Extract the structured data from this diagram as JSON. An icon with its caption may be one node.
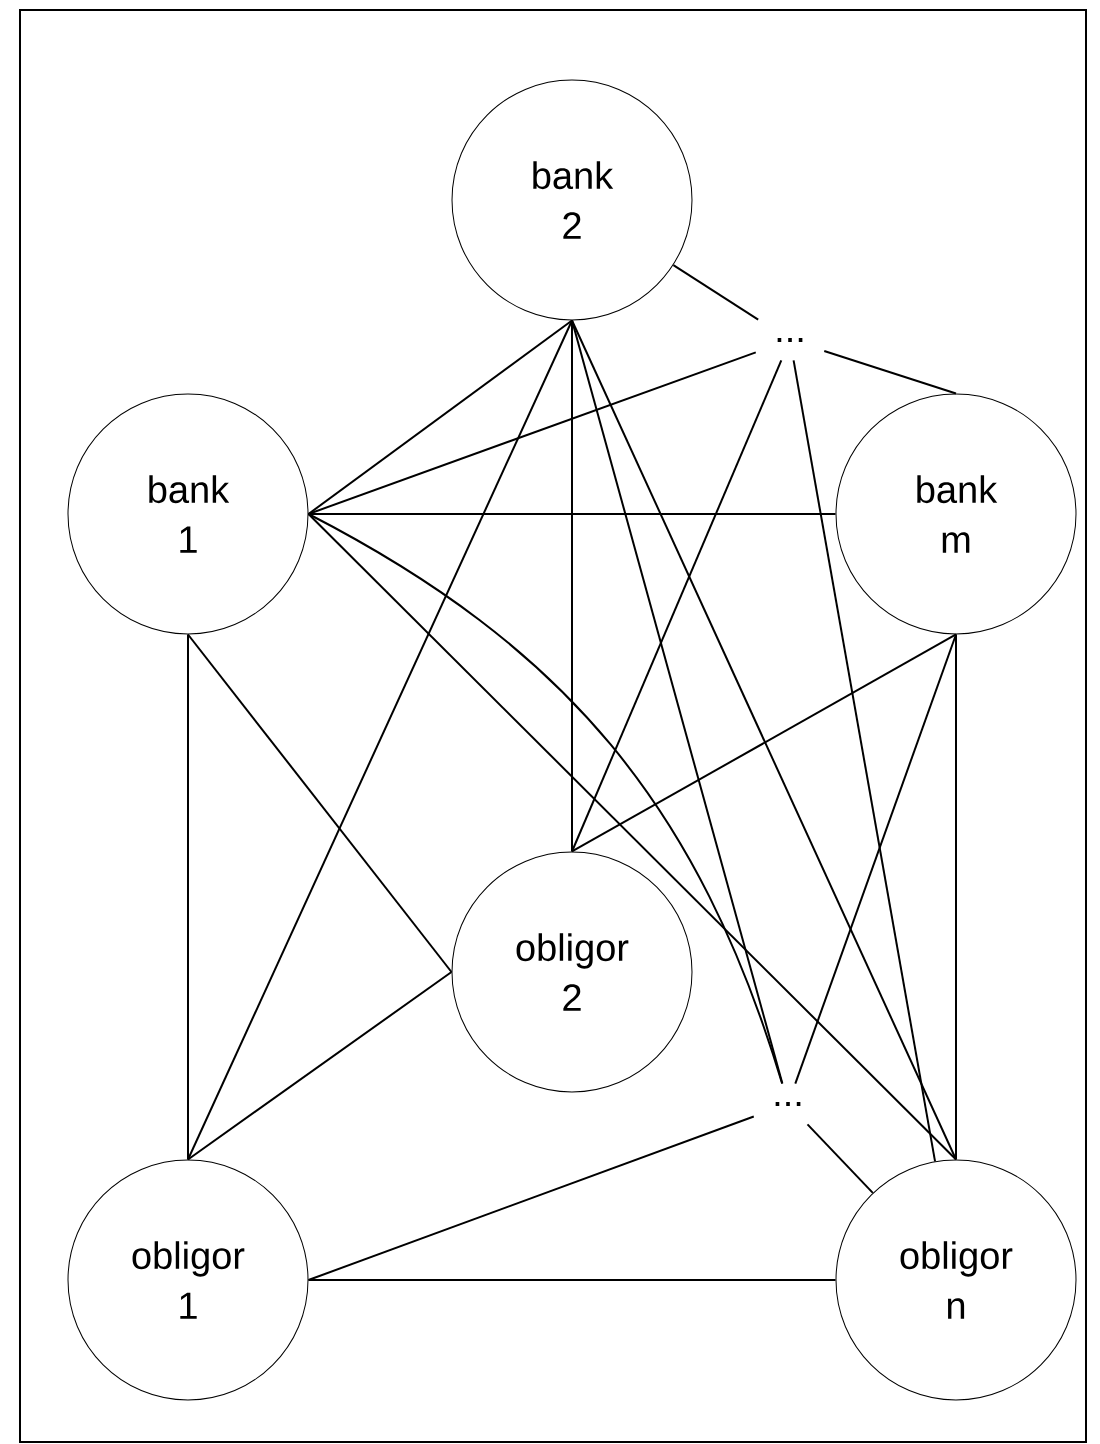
{
  "diagram": {
    "nodes": [
      {
        "text": [
          "bank 2"
        ]
      },
      {
        "text": [
          "..."
        ]
      },
      {
        "text": [
          "bank 1"
        ]
      },
      {
        "text": [
          "bank m"
        ]
      },
      {
        "text": [
          "obligor 2"
        ]
      },
      {
        "text": [
          "..."
        ]
      },
      {
        "text": [
          "obligor 1"
        ]
      },
      {
        "text": [
          "obligor n"
        ]
      }
    ],
    "edges": [
      {
        "from": 0,
        "to": 1,
        "arrow": "none"
      },
      {
        "from": 1,
        "to": 3,
        "arrow": "none"
      },
      {
        "from": 0,
        "to": 2,
        "arrow": "none"
      },
      {
        "from": 0,
        "to": 4,
        "arrow": "none"
      },
      {
        "from": 0,
        "to": 6,
        "arrow": "none"
      },
      {
        "from": 0,
        "to": 5,
        "arrow": "none"
      },
      {
        "from": 0,
        "to": 7,
        "arrow": "none"
      },
      {
        "from": 2,
        "to": 1,
        "arrow": "none"
      },
      {
        "from": 2,
        "to": 3,
        "arrow": "none"
      },
      {
        "from": 2,
        "to": 5,
        "arrow": "none"
      },
      {
        "from": 2,
        "to": 7,
        "arrow": "none"
      },
      {
        "from": 2,
        "to": 6,
        "arrow": "none"
      },
      {
        "from": 2,
        "to": 4,
        "arrow": "none"
      },
      {
        "from": 3,
        "to": 4,
        "arrow": "none"
      },
      {
        "from": 3,
        "to": 5,
        "arrow": "none"
      },
      {
        "from": 3,
        "to": 7,
        "arrow": "none"
      },
      {
        "from": 1,
        "to": 4,
        "arrow": "none"
      },
      {
        "from": 1,
        "to": 7,
        "arrow": "none"
      },
      {
        "from": 4,
        "to": 6,
        "arrow": "none"
      },
      {
        "from": 6,
        "to": 5,
        "arrow": "none"
      },
      {
        "from": 5,
        "to": 7,
        "arrow": "none"
      },
      {
        "from": 6,
        "to": 7,
        "arrow": "none"
      }
    ]
  }
}
